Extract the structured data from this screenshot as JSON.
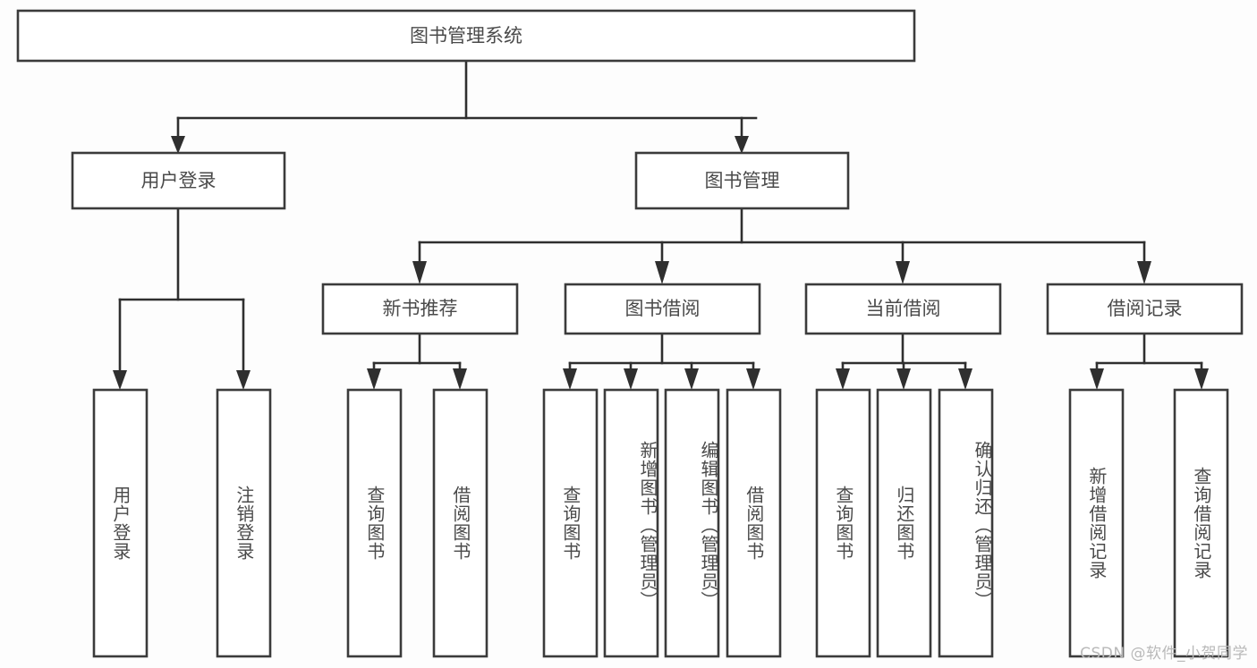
{
  "diagram": {
    "type": "tree-hierarchy-chart",
    "title": "图书管理系统",
    "orientation": "top-down",
    "colors": {
      "background": "#fdfdfd",
      "node_fill": "#ffffff",
      "node_stroke": "#3b3b3b",
      "connector": "#2f2f2f",
      "label_text": "#4a4a4a",
      "watermark_text": "#b9b9b9"
    },
    "root": {
      "id": "root",
      "label": "图书管理系统",
      "orientation": "horizontal"
    },
    "level2": [
      {
        "id": "user-login",
        "label": "用户登录",
        "orientation": "horizontal"
      },
      {
        "id": "book-management",
        "label": "图书管理",
        "orientation": "horizontal"
      }
    ],
    "level3": [
      {
        "id": "new-book-recommend",
        "label": "新书推荐",
        "parent": "book-management",
        "orientation": "horizontal"
      },
      {
        "id": "book-borrow",
        "label": "图书借阅",
        "parent": "book-management",
        "orientation": "horizontal"
      },
      {
        "id": "current-borrow",
        "label": "当前借阅",
        "parent": "book-management",
        "orientation": "horizontal"
      },
      {
        "id": "borrow-record",
        "label": "借阅记录",
        "parent": "book-management",
        "orientation": "horizontal"
      }
    ],
    "leaves": [
      {
        "id": "leaf-user-login",
        "label": "用户登录",
        "parent": "user-login",
        "orientation": "vertical"
      },
      {
        "id": "leaf-user-logout",
        "label": "注销登录",
        "parent": "user-login",
        "orientation": "vertical"
      },
      {
        "id": "leaf-query-book-recommend",
        "label": "查询图书",
        "parent": "new-book-recommend",
        "orientation": "vertical"
      },
      {
        "id": "leaf-borrow-book-recommend",
        "label": "借阅图书",
        "parent": "new-book-recommend",
        "orientation": "vertical"
      },
      {
        "id": "leaf-query-book-borrow",
        "label": "查询图书",
        "parent": "book-borrow",
        "orientation": "vertical"
      },
      {
        "id": "leaf-add-book",
        "label": "新增图书（管理员）",
        "parent": "book-borrow",
        "orientation": "vertical"
      },
      {
        "id": "leaf-edit-book",
        "label": "编辑图书（管理员）",
        "parent": "book-borrow",
        "orientation": "vertical"
      },
      {
        "id": "leaf-borrow-book",
        "label": "借阅图书",
        "parent": "book-borrow",
        "orientation": "vertical"
      },
      {
        "id": "leaf-query-book-current",
        "label": "查询图书",
        "parent": "current-borrow",
        "orientation": "vertical"
      },
      {
        "id": "leaf-return-book",
        "label": "归还图书",
        "parent": "current-borrow",
        "orientation": "vertical"
      },
      {
        "id": "leaf-confirm-return",
        "label": "确认归还（管理员）",
        "parent": "current-borrow",
        "orientation": "vertical"
      },
      {
        "id": "leaf-add-borrow-record",
        "label": "新增借阅记录",
        "parent": "borrow-record",
        "orientation": "vertical"
      },
      {
        "id": "leaf-query-borrow-record",
        "label": "查询借阅记录",
        "parent": "borrow-record",
        "orientation": "vertical"
      }
    ],
    "watermark": "CSDN @软件_小贺同学"
  }
}
